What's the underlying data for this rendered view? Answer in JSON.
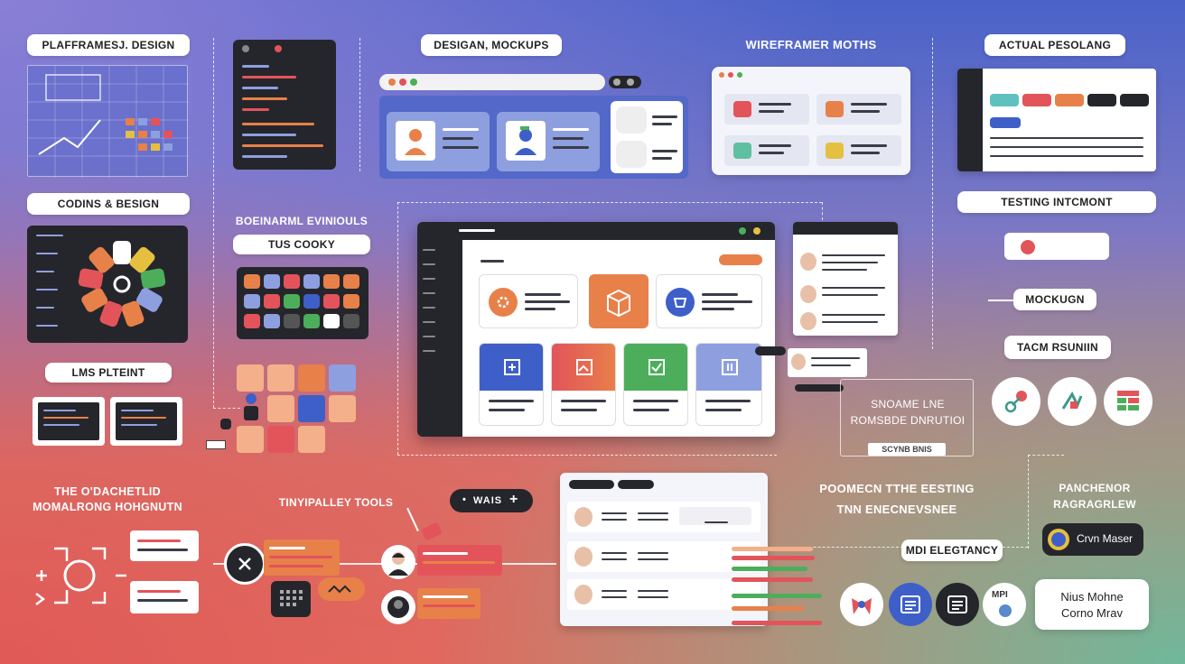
{
  "labels": {
    "platforms_design": "PLAFFRAMESJ. DESIGN",
    "design_mockups": "DESIGAN, MOCKUPS",
    "wireframe_motions": "WIREFRAMER MOTHS",
    "actual_personalising": "ACTUAL PESOLANG",
    "coding_design": "CODINS & BESIGN",
    "behavioral": "BOEINARML EVINIOULS",
    "tus_cooky": "TUS COOKY",
    "lms_platform": "LMS PLTEINT",
    "testing_environment": "TESTING INTCMONT",
    "mockups": "MOCKUGN",
    "team_rounding": "TACM RSUNIIN",
    "simulate_line": "SNOAME LNE",
    "simulate_line_2": "ROMSBDE DNRUTIOI",
    "screen_sub": "SCYNB   BNIS",
    "the_orchestrated_line1": "THE O'DACHETLID",
    "the_orchestrated_line2": "MOMALRONG HOHGNUTN",
    "timeline_tools": "TINYIPALLEY TOOLS",
    "wait_label": "WAIS",
    "plus": "+",
    "poom_testing_line1": "POOMECN TTHE EESTING",
    "poom_testing_line2": "TNN ENECNEVSNEE",
    "pancenor_line1": "PANCHENOR",
    "pancenor_line2": "RAGRAGRLEW",
    "mdi_elegancy": "MDI ELEGTANCY",
    "crn_master": "Crvn Maser",
    "nius_mohne_line1": "Nius Mohne",
    "nius_mohne_line2": "Corno Mrav",
    "mpi": "MPI"
  },
  "colors": {
    "orange": "#e8804a",
    "red": "#e2545a",
    "green": "#4cae5a",
    "blue": "#3e5fc8",
    "lavender": "#8e9fe0",
    "dark": "#25262b",
    "yellow": "#e5c040"
  },
  "icons": {
    "gear": "gear-icon",
    "box": "box-icon",
    "plus": "plus-icon",
    "check": "check-icon",
    "close": "close-icon",
    "user": "user-icon"
  }
}
